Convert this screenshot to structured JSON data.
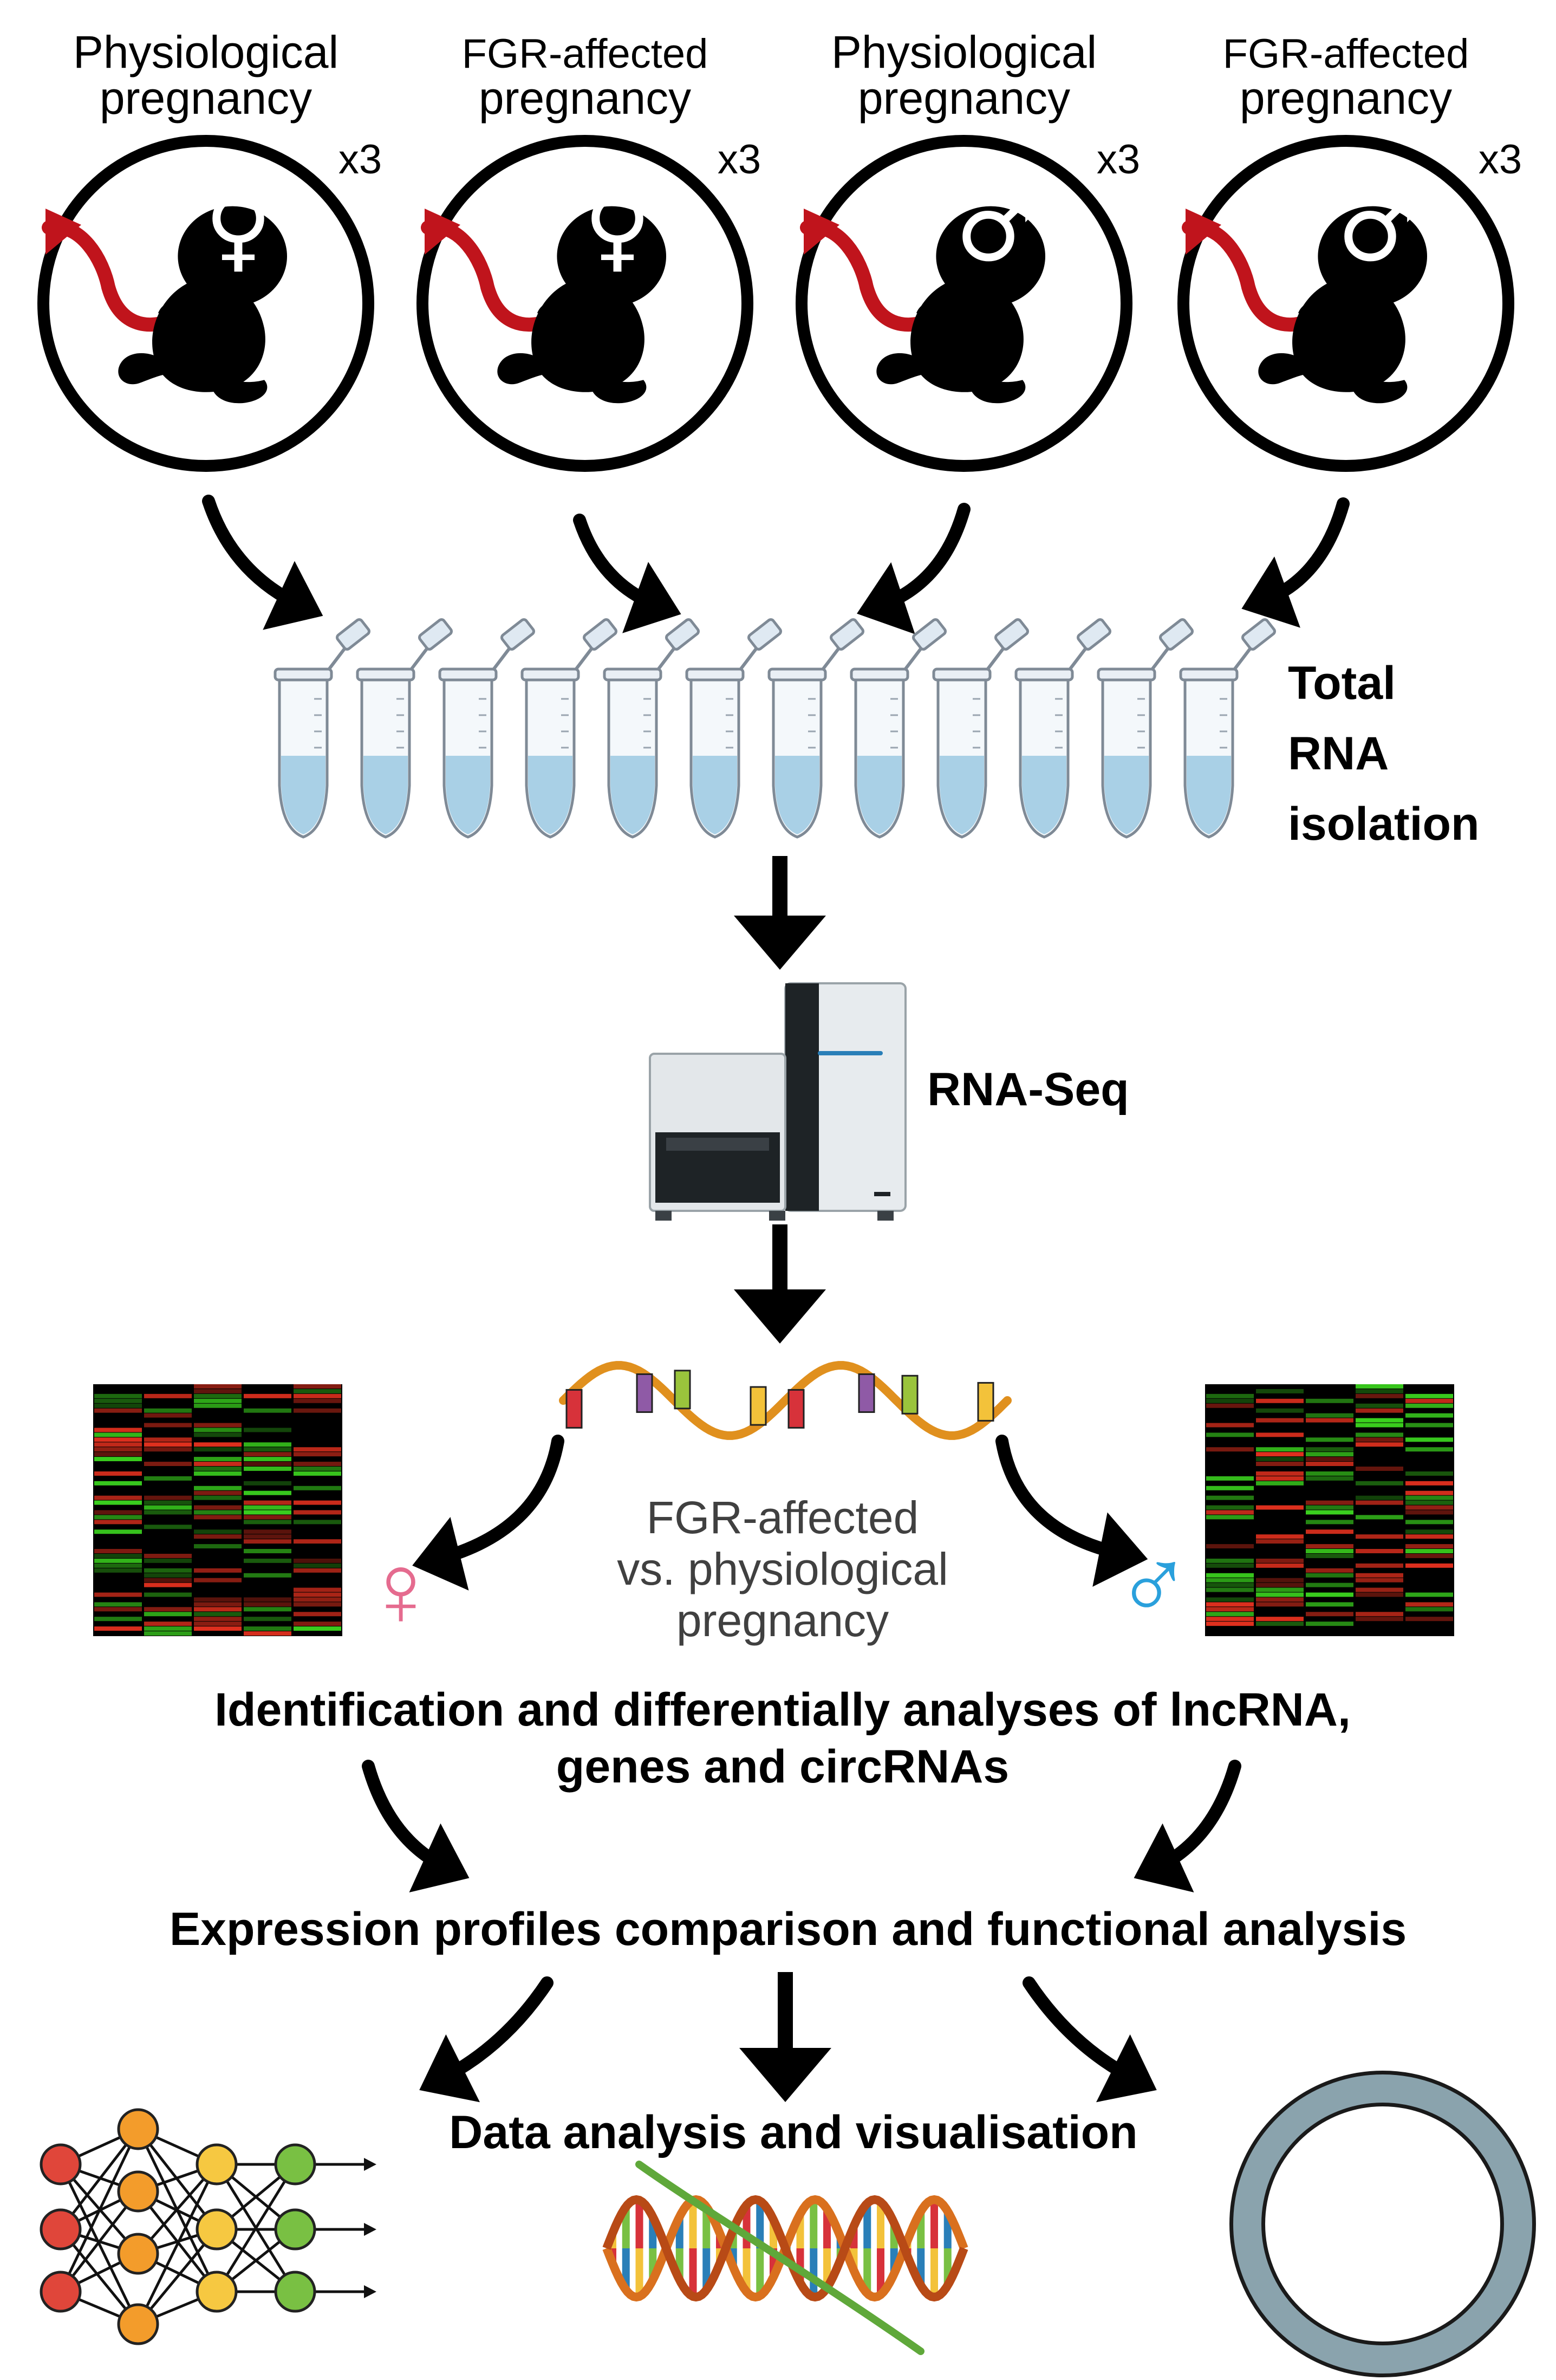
{
  "panels": [
    {
      "line1": "Physiological",
      "line2": "pregnancy",
      "count": "x3",
      "sex": "female",
      "sex_symbol": "♀"
    },
    {
      "line1": "FGR-affected",
      "line2": "pregnancy",
      "count": "x3",
      "sex": "female",
      "sex_symbol": "♀"
    },
    {
      "line1": "Physiological",
      "line2": "pregnancy",
      "count": "x3",
      "sex": "male",
      "sex_symbol": "♂"
    },
    {
      "line1": "FGR-affected",
      "line2": "pregnancy",
      "count": "x3",
      "sex": "male",
      "sex_symbol": "♂"
    }
  ],
  "steps": {
    "rna_isolation": [
      "Total",
      "RNA",
      "isolation"
    ],
    "rna_seq": "RNA-Seq",
    "comparison": [
      "FGR-affected",
      "vs. physiological",
      "pregnancy"
    ],
    "identification": [
      "Identification and differentially analyses of lncRNA,",
      "genes and circRNAs"
    ],
    "expression": "Expression profiles comparison and functional analysis",
    "data_analysis": "Data analysis and visualisation"
  },
  "sex_symbols": {
    "female": "♀",
    "male": "♂"
  },
  "icons": [
    "fetus-icon",
    "tube-icon",
    "sequencer-icon",
    "rna-strand-icon",
    "heatmap-icon",
    "neural-network-icon",
    "dna-helix-icon",
    "circrna-ring-icon"
  ],
  "colors": {
    "umbilical": "#c0141c",
    "tube_liquid": "#a9d0e6",
    "female_pink": "#e56b8f",
    "male_blue": "#2aa0dc",
    "heat_red": "#e0301e",
    "heat_green": "#3ad01e",
    "ring": "#8aa3ad",
    "nn_red": "#e0463a",
    "nn_orange": "#f39c2b",
    "nn_yellow": "#f6c841",
    "nn_green": "#79c043"
  }
}
